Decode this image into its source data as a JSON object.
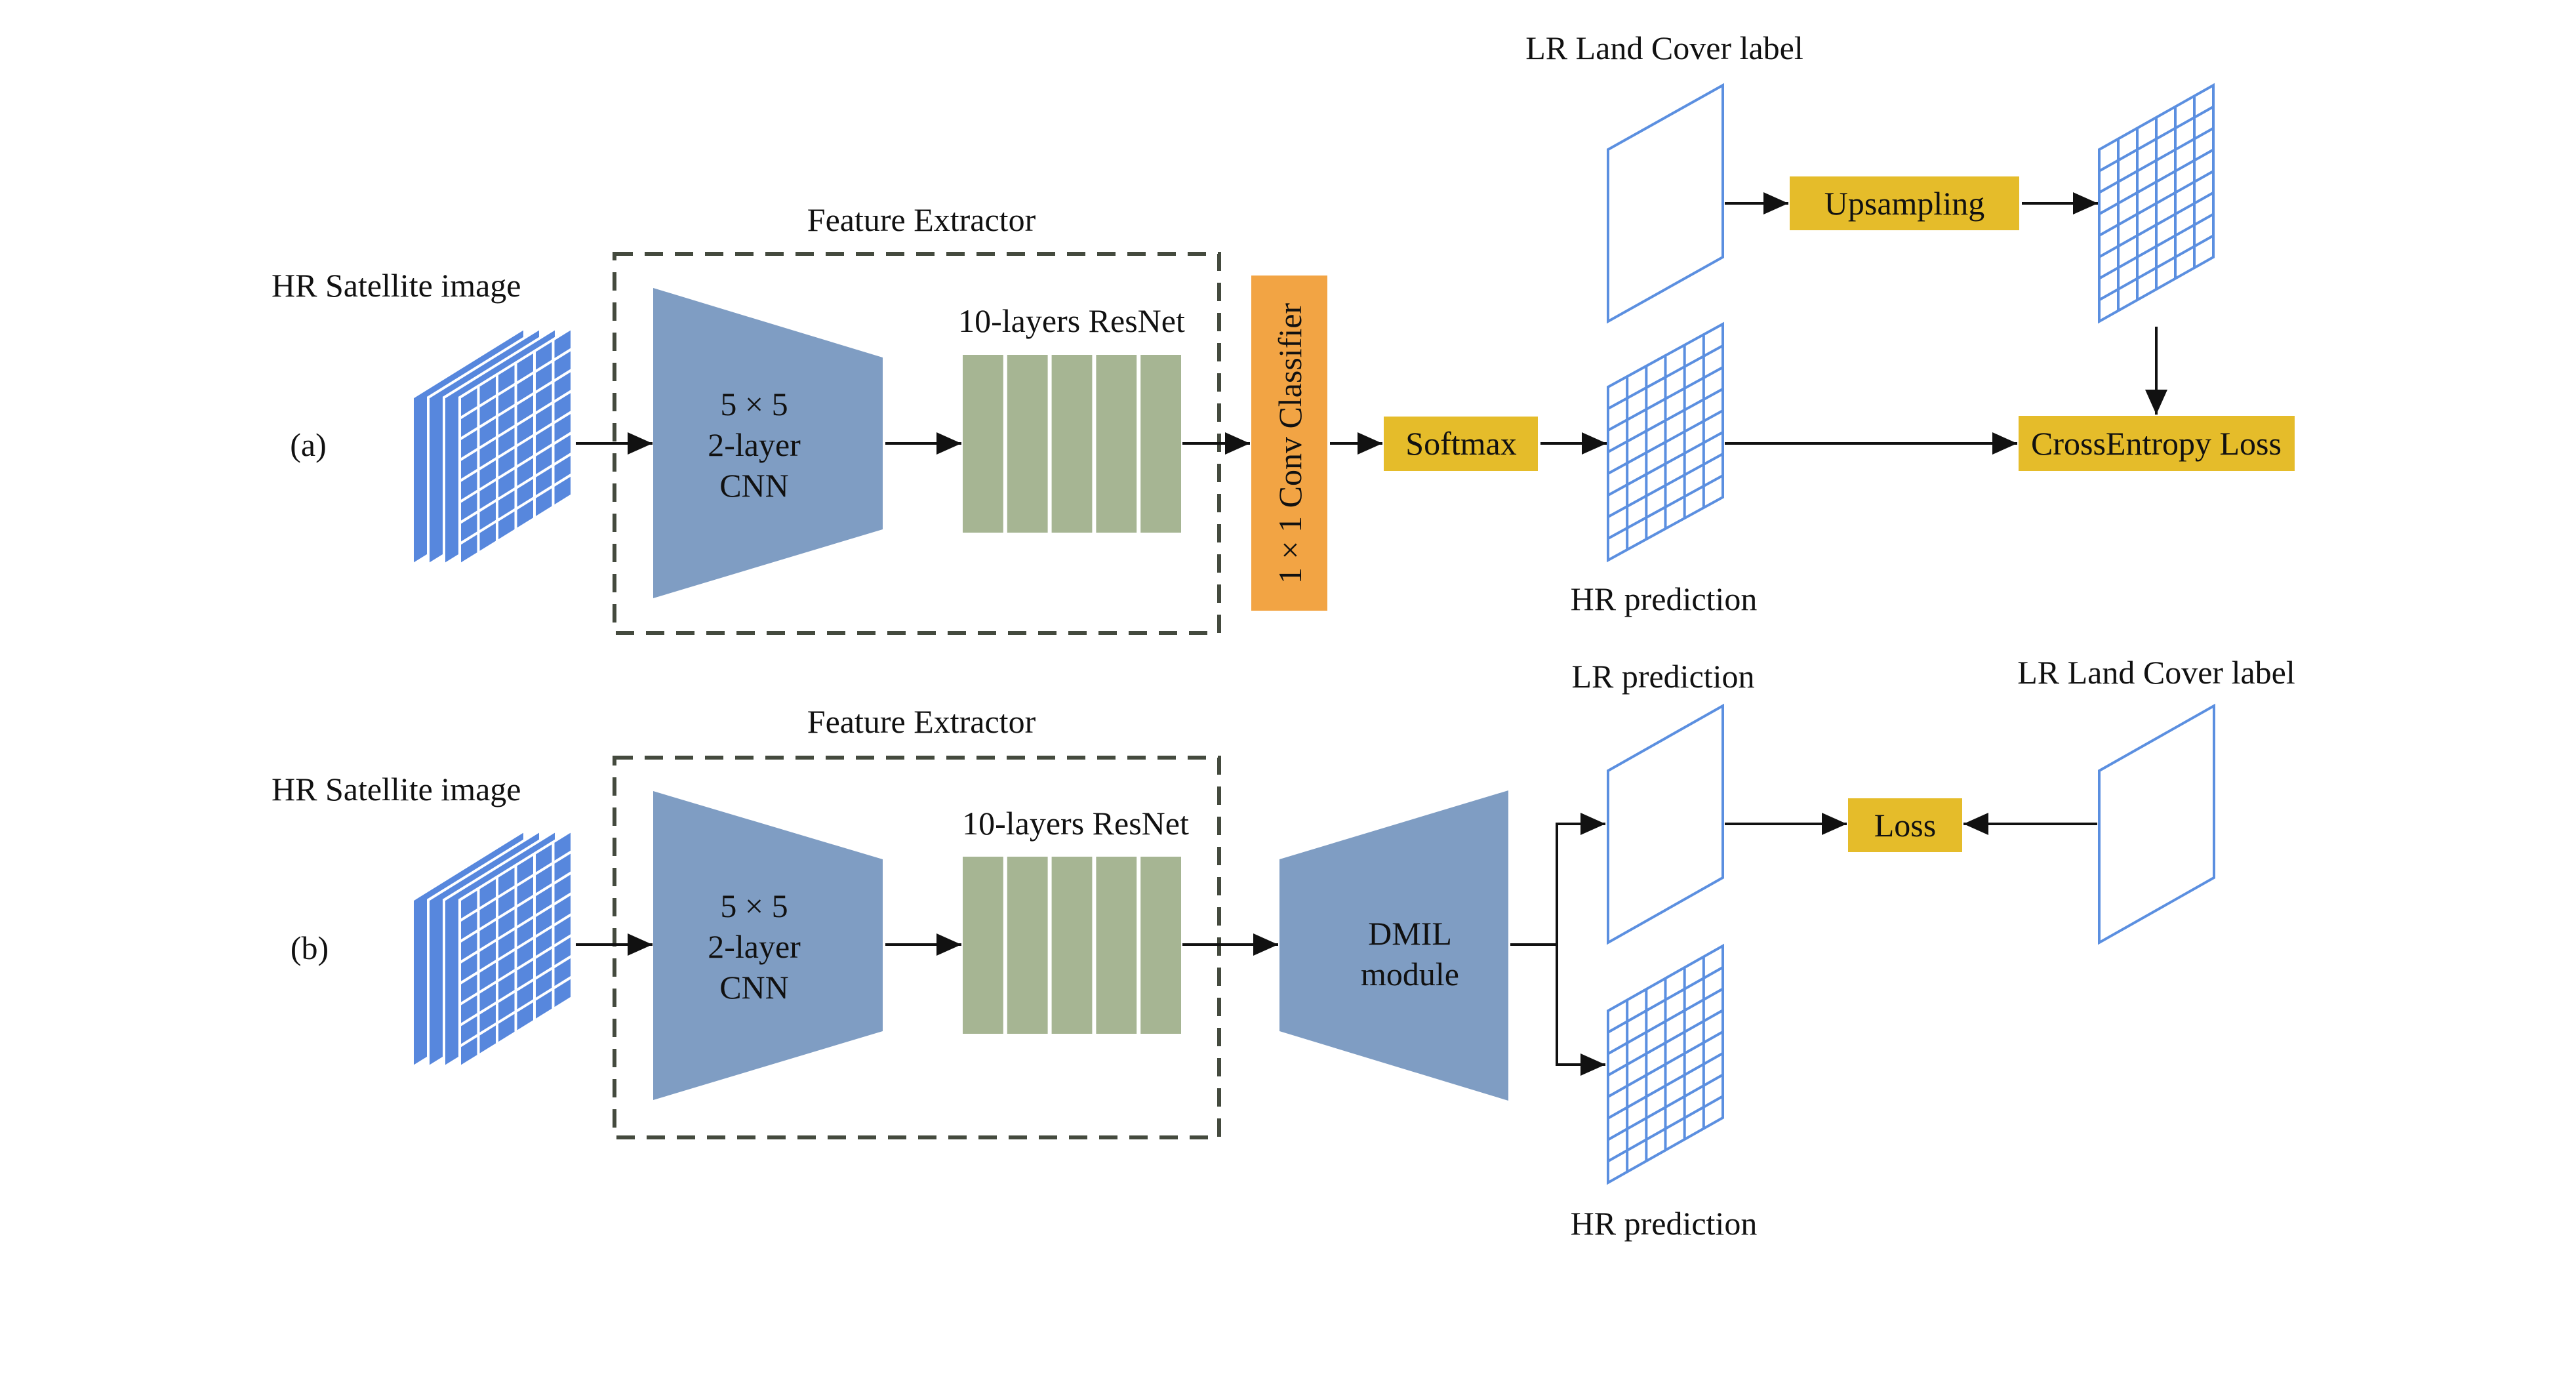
{
  "colors": {
    "satellite": "#5787DD",
    "grid_line": "#5B8FE0",
    "encoder": "#7F9DC3",
    "resnet": "#A6B593",
    "classifier": "#F2A444",
    "op_box": "#E5BC2A",
    "dashed_border": "#444A3E",
    "arrow": "#111111"
  },
  "panel_a": {
    "tag": "(a)",
    "input_label": "HR Satellite image",
    "extractor_label": "Feature Extractor",
    "cnn_lines": [
      "5 × 5",
      "2-layer",
      "CNN"
    ],
    "resnet_label": "10-layers ResNet",
    "resnet_blocks": 5,
    "classifier_label": "1 × 1 Conv Classifier",
    "softmax_label": "Softmax",
    "lr_label_title": "LR Land Cover label",
    "upsampling_label": "Upsampling",
    "hr_prediction_label": "HR prediction",
    "loss_label": "CrossEntropy Loss"
  },
  "panel_b": {
    "tag": "(b)",
    "input_label": "HR Satellite image",
    "extractor_label": "Feature Extractor",
    "cnn_lines": [
      "5 × 5",
      "2-layer",
      "CNN"
    ],
    "resnet_label": "10-layers ResNet",
    "resnet_blocks": 5,
    "dmil_lines": [
      "DMIL",
      "module"
    ],
    "lr_prediction_label": "LR prediction",
    "hr_prediction_label": "HR prediction",
    "lr_label_title": "LR Land Cover label",
    "loss_label": "Loss"
  },
  "grid": {
    "columns": 6,
    "rows": 8
  },
  "satellite_stack_layers": 4
}
